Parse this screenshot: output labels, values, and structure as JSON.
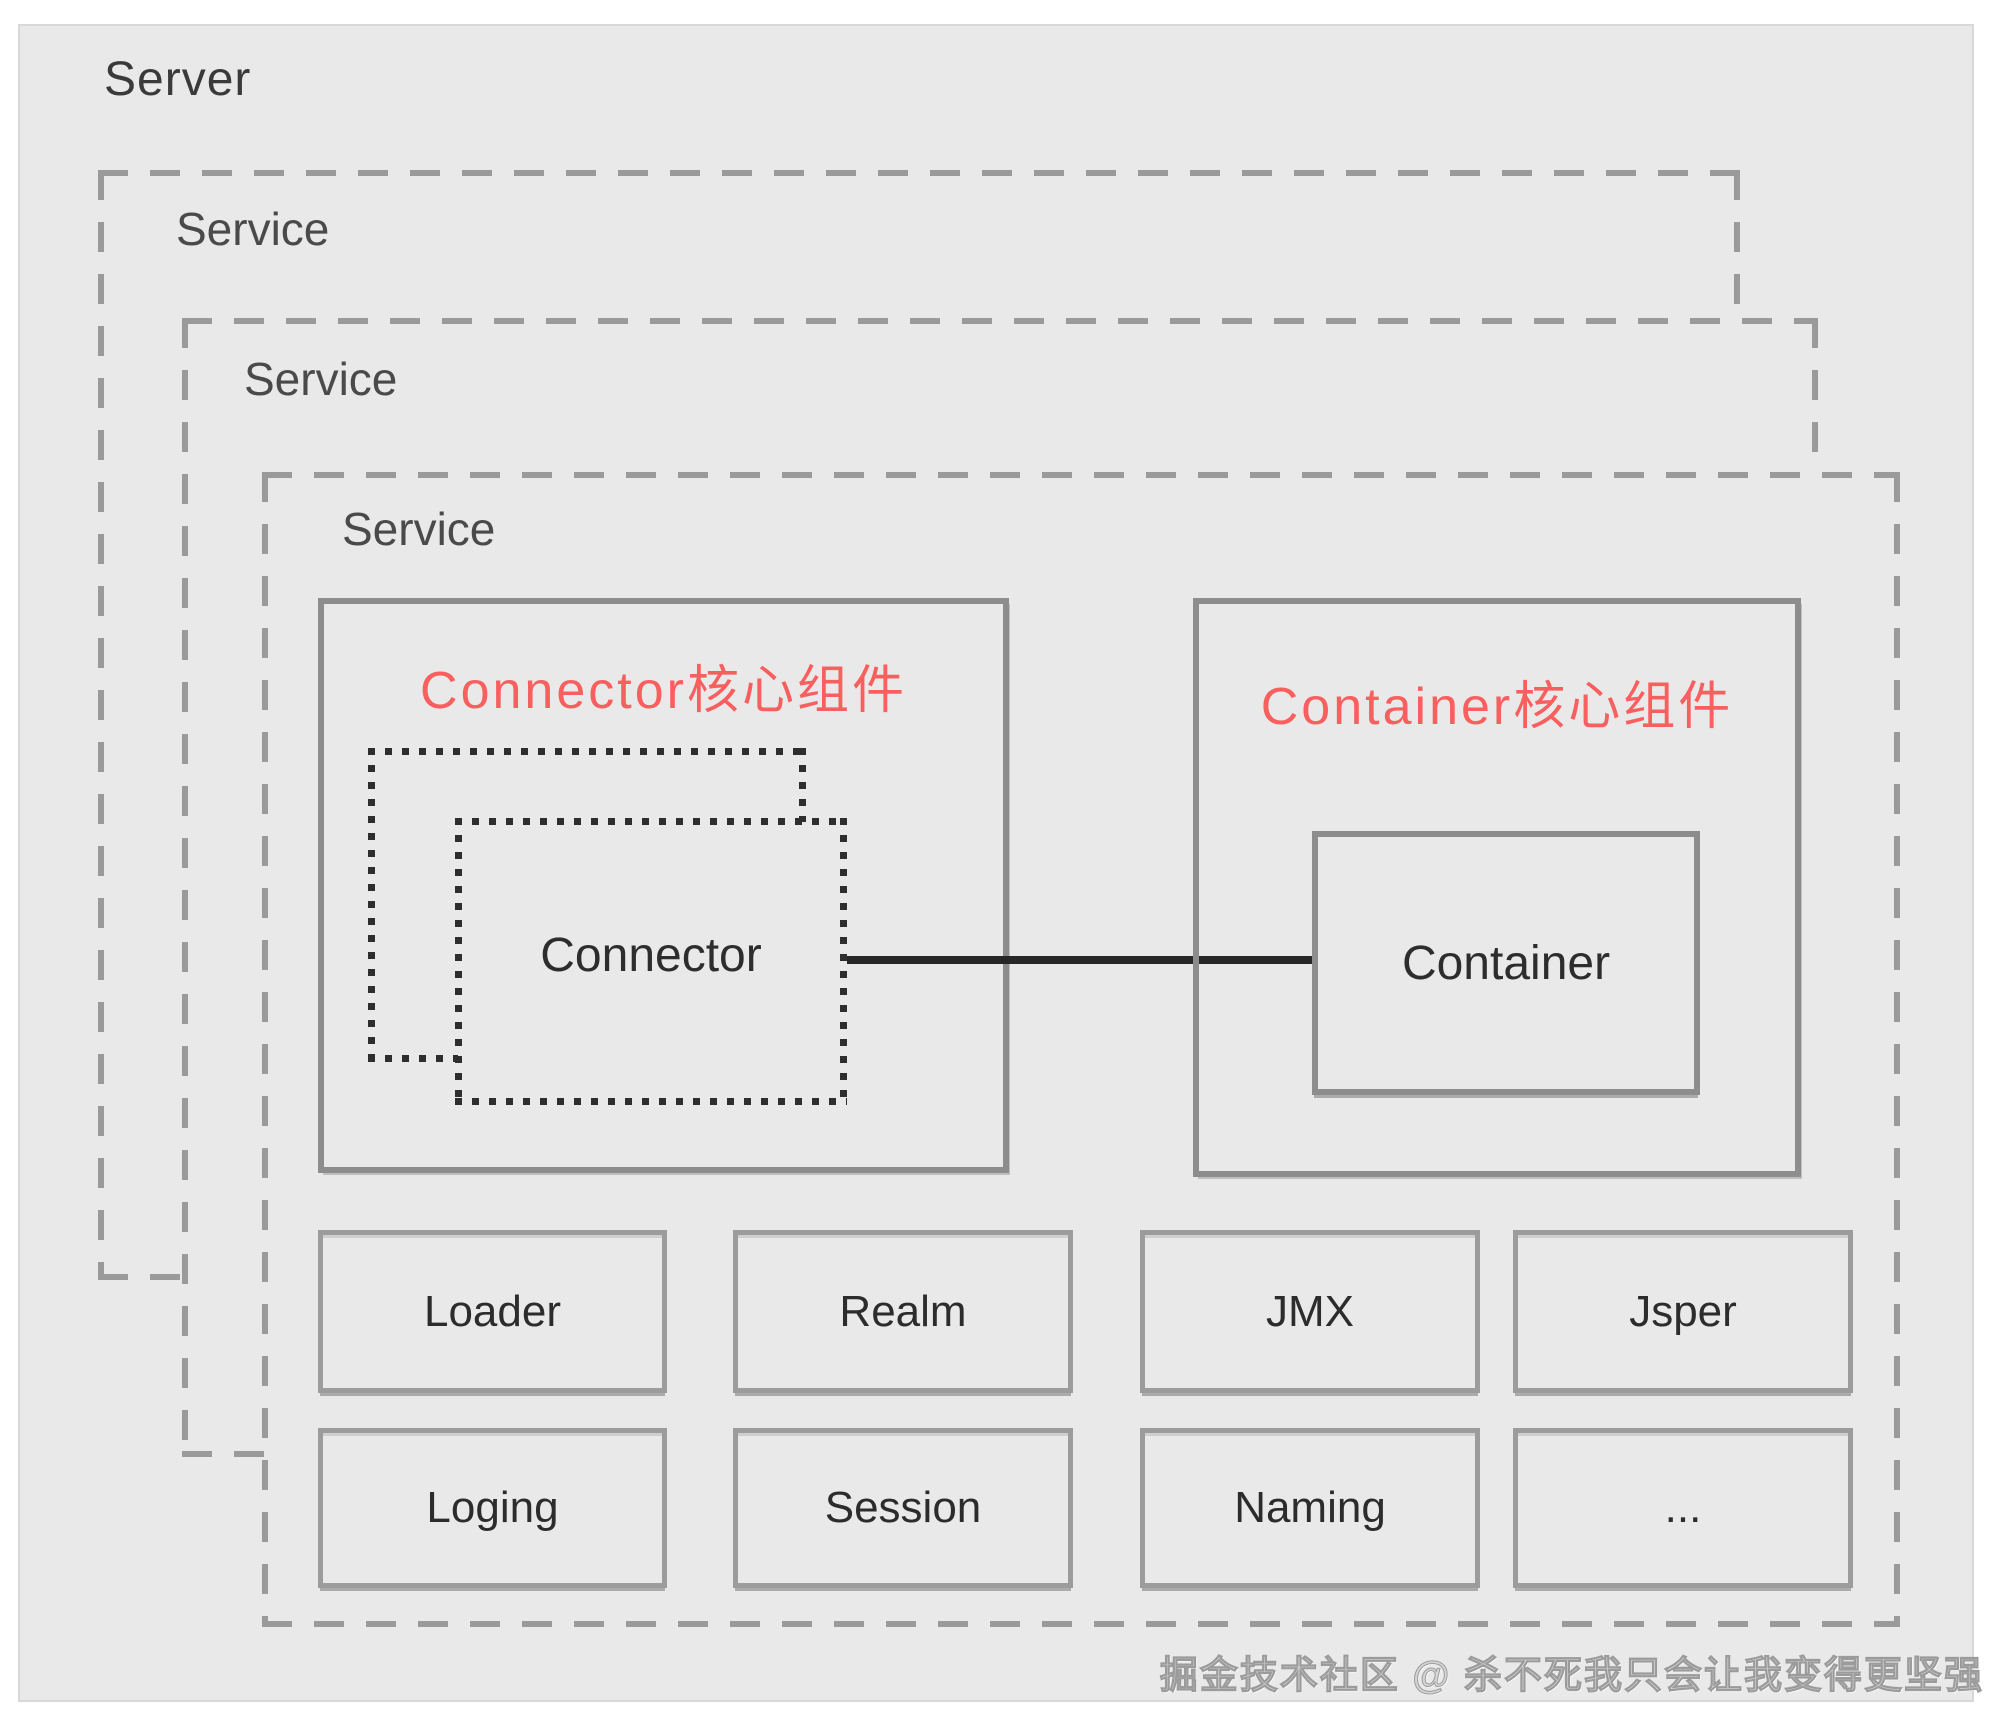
{
  "title": {
    "server": "Server"
  },
  "services": [
    {
      "label": "Service"
    },
    {
      "label": "Service"
    },
    {
      "label": "Service"
    }
  ],
  "connector": {
    "title": "Connector核心组件",
    "label": "Connector"
  },
  "container": {
    "title": "Container核心组件",
    "label": "Container"
  },
  "components": {
    "row1": [
      "Loader",
      "Realm",
      "JMX",
      "Jsper"
    ],
    "row2": [
      "Loging",
      "Session",
      "Naming",
      "..."
    ]
  },
  "watermark": "掘金技术社区 @ 杀不死我只会让我变得更坚强",
  "colors": {
    "accent_red": "#f95f5f",
    "dash_gray": "#9a9a9a",
    "dot_black": "#2e2e2e",
    "panel_bg": "#e9e9e9",
    "solid_border": "#8d8d8d",
    "line_black": "#272727"
  }
}
